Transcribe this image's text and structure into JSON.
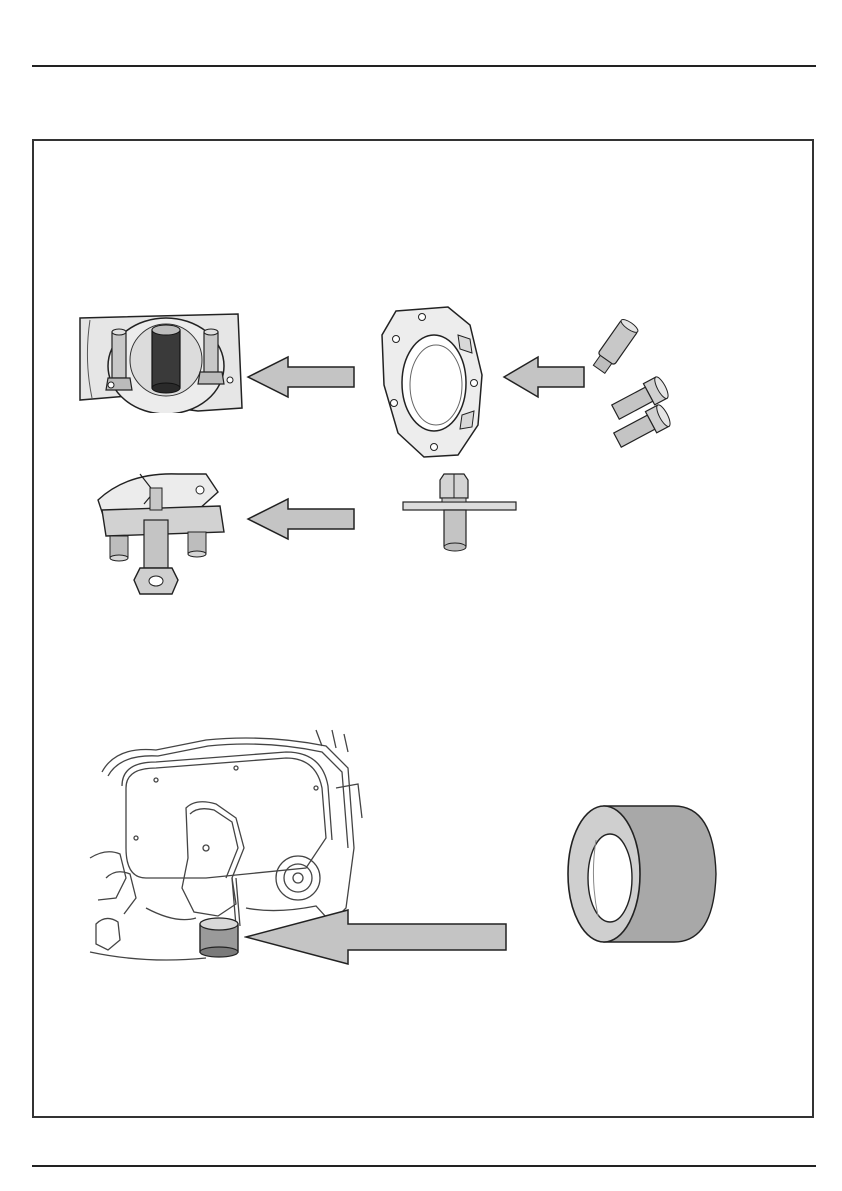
{
  "page": {
    "colors": {
      "rule": "#222222",
      "frame": "#333333",
      "metal": "#c8c8c8",
      "metal_dark": "#888888",
      "arrow_fill": "#c4c4c4",
      "outline": "#222222"
    }
  },
  "figures": {
    "tool_assembly_top": {
      "icon": "puller-on-hub-illustration"
    },
    "arrow_1": {
      "icon": "arrow-left-icon"
    },
    "ring_plate": {
      "icon": "adapter-ring-plate-illustration"
    },
    "arrow_2": {
      "icon": "arrow-left-icon"
    },
    "pins_bolts": {
      "icon": "pins-and-bolts-illustration"
    },
    "tool_assembly_bottom": {
      "icon": "puller-assembly-illustration"
    },
    "arrow_3": {
      "icon": "arrow-left-icon"
    },
    "spindle_bar": {
      "icon": "spindle-bar-illustration"
    },
    "engine_front": {
      "icon": "engine-front-cover-illustration"
    },
    "arrow_4": {
      "icon": "arrow-left-icon"
    },
    "spacer_ring": {
      "icon": "spacer-ring-illustration"
    }
  }
}
